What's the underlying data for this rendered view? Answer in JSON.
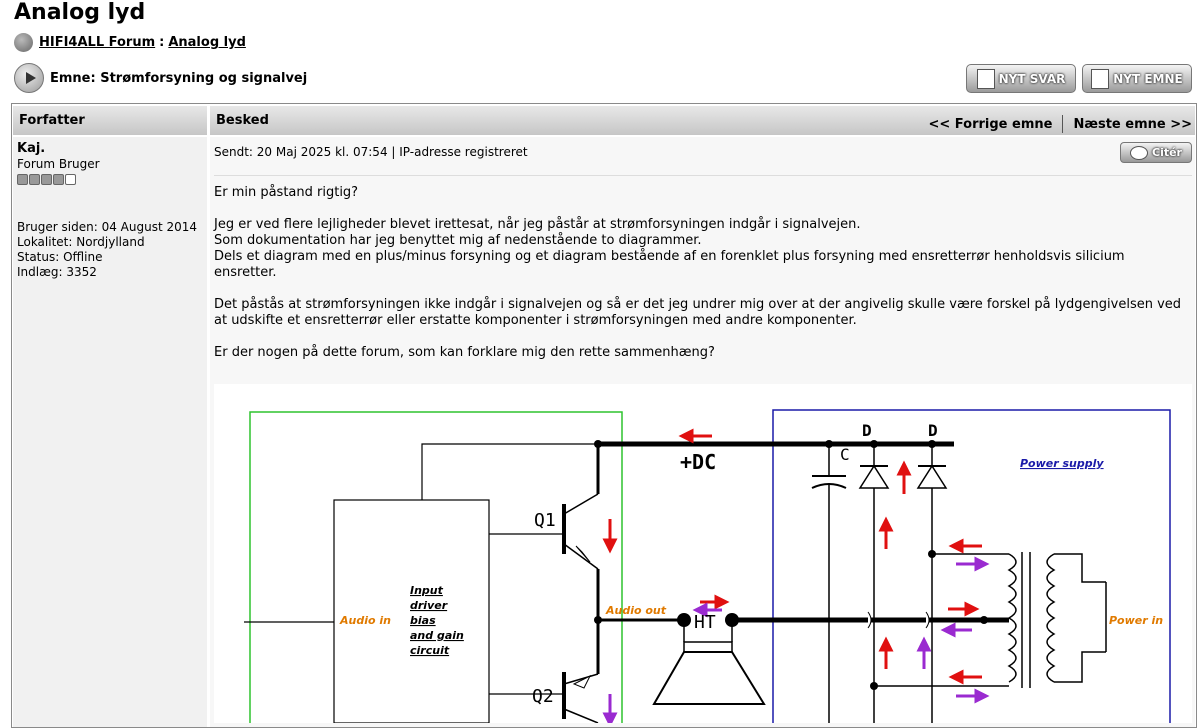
{
  "page": {
    "title": "Analog lyd",
    "breadcrumb": {
      "forum": "HIFI4ALL Forum",
      "separator": ":",
      "section": "Analog lyd"
    },
    "topic": "Emne: Strømforsyning og signalvej"
  },
  "toolbar": {
    "reply_label": "NYT SVAR",
    "new_topic_label": "NYT EMNE"
  },
  "table": {
    "author_header": "Forfatter",
    "message_header": "Besked",
    "prev_label": "<< Forrige emne",
    "next_label": "Næste emne >>"
  },
  "post": {
    "author": "Kaj.",
    "role": "Forum Bruger",
    "rank": {
      "filled": 4,
      "total": 5
    },
    "member_since": "Bruger siden: 04 August 2014",
    "location": "Lokalitet: Nordjylland",
    "status": "Status: Offline",
    "posts": "Indlæg: 3352",
    "sent": "Sendt: 20 Maj 2025 kl. 07:54 | IP-adresse registreret",
    "cite_label": "Citér",
    "paragraphs": [
      "Er min påstand rigtig?",
      "Jeg er ved flere lejligheder blevet irettesat, når jeg påstår at strømforsyningen indgår i signalvejen.",
      "Som dokumentation har jeg benyttet mig af nedenstående to diagrammer.",
      "Dels et diagram med en plus/minus forsyning og et diagram bestående af en forenklet plus forsyning med ensretterrør henholdsvis silicium ensretter.",
      "Det påstås at strømforsyningen ikke indgår i signalvejen og så er det jeg undrer mig over at der angivelig skulle være forskel på lydgengivelsen ved at udskifte et ensretterrør eller erstatte komponenter i strømforsyningen med andre komponenter.",
      "Er der nogen på dette forum, som kan forklare mig den rette sammenhæng?"
    ]
  },
  "diagram": {
    "dc_label": "+DC",
    "cap_label": "C",
    "diode_label": "D",
    "power_supply_label": "Power supply",
    "q1_label": "Q1",
    "q2_label": "Q2",
    "ht_label": "HT",
    "audio_in_label": "Audio in",
    "audio_out_label": "Audio out",
    "power_in_label": "Power in",
    "driver_line1": "Input",
    "driver_line2": "driver",
    "driver_line3": "bias",
    "driver_line4": "and gain",
    "driver_line5": "circuit",
    "colors": {
      "audio": "#e07a00",
      "power_supply": "#1a1aa8",
      "arrow_red": "#e01010",
      "arrow_purple": "#9a2ad0",
      "green_frame": "#2ec42e"
    }
  }
}
